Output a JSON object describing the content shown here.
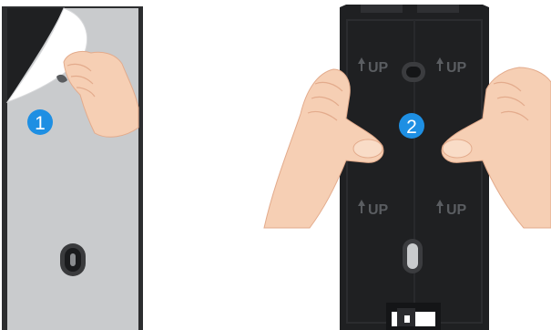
{
  "steps": [
    {
      "number": "1"
    },
    {
      "number": "2"
    }
  ],
  "plate_labels": {
    "top_left": "UP",
    "top_right": "UP",
    "bottom_left": "UP",
    "bottom_right": "UP"
  },
  "colors": {
    "panel_gray": "#c9cbcd",
    "frame_dark": "#2c2d2f",
    "plate_black": "#1f2022",
    "step_badge": "#1e8fe3",
    "skin": "#f6cfb4",
    "skin_shadow": "#eab79a"
  }
}
